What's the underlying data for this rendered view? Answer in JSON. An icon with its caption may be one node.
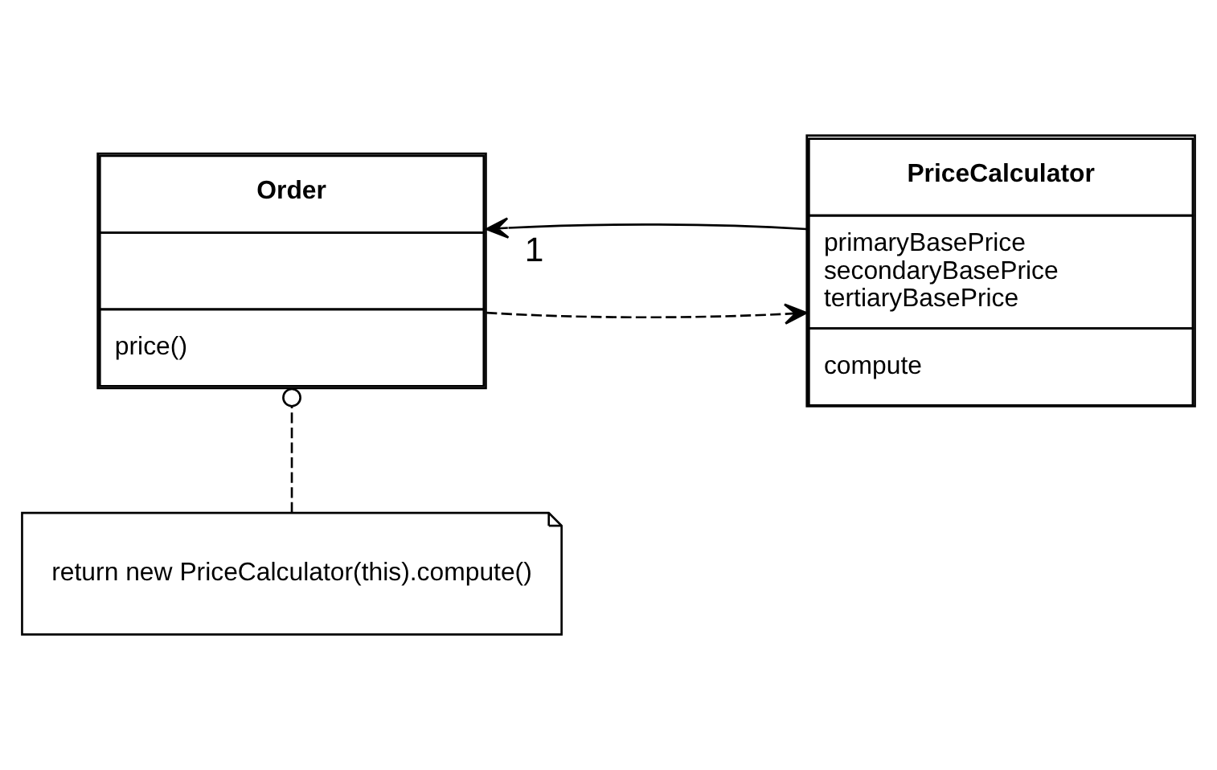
{
  "diagram": {
    "nodes": [
      {
        "text": [
          "Order",
          "price()"
        ]
      },
      {
        "text": [
          "PriceCalculator",
          "primaryBasePrice",
          "secondaryBasePrice",
          "tertiaryBasePrice",
          "compute"
        ]
      },
      {
        "text": [
          "return new PriceCalculator(this).compute()"
        ]
      }
    ],
    "edges": [
      {
        "from": 0,
        "to": 1,
        "arrow": "to",
        "style": "dashed"
      },
      {
        "from": 1,
        "to": 0,
        "arrow": "to",
        "label": "1"
      },
      {
        "from": 2,
        "to": 0,
        "arrow": "other",
        "style": "dashed"
      }
    ]
  }
}
